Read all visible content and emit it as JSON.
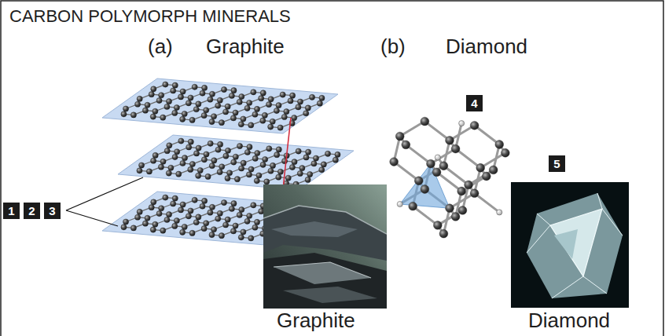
{
  "diagram": {
    "title": "CARBON POLYMORPH MINERALS",
    "nodes": [
      {
        "text": [
          "1"
        ]
      },
      {
        "text": [
          "2"
        ]
      },
      {
        "text": [
          "3"
        ]
      },
      {
        "text": [
          "4"
        ]
      },
      {
        "text": [
          "5"
        ]
      }
    ],
    "labels": [
      "(a)",
      "Graphite",
      "(b)",
      "Diamond",
      "Graphite",
      "Diamond"
    ]
  }
}
